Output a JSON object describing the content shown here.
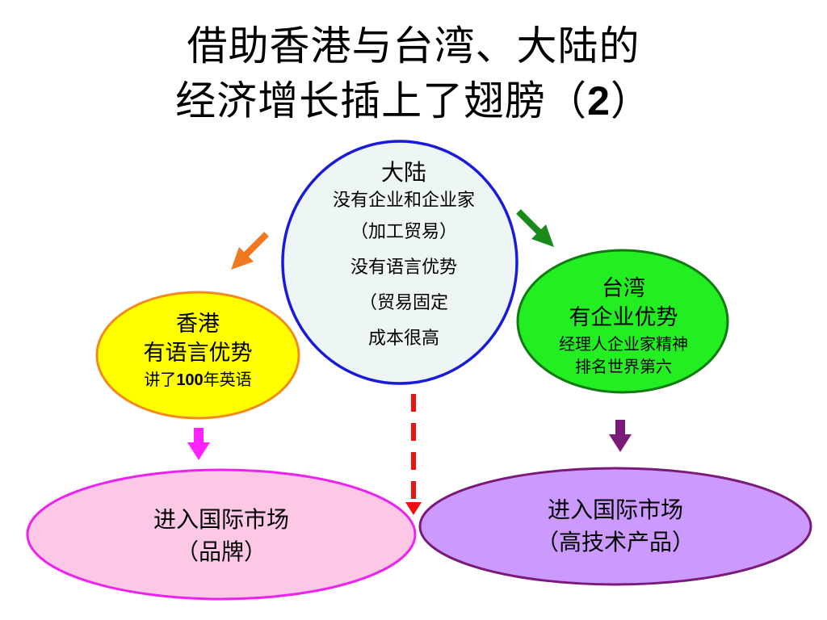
{
  "title": {
    "line1": "借助香港与台湾、大陆的",
    "line2_text": "经济增长插上了翅膀（",
    "line2_number": "2",
    "line2_close": "）"
  },
  "mainland": {
    "heading": "大陆",
    "lines": [
      "没有企业和企业家",
      "（加工贸易）",
      "没有语言优势",
      "（贸易固定",
      "成本很高"
    ]
  },
  "hongkong": {
    "heading": "香港",
    "advantage": "有语言优势",
    "detail_prefix": "讲了",
    "detail_number": "100",
    "detail_suffix": "年英语"
  },
  "taiwan": {
    "heading": "台湾",
    "advantage": "有企业优势",
    "detail_line1": "经理人企业家精神",
    "detail_line2": "排名世界第六"
  },
  "market_left": {
    "line1": "进入国际市场",
    "line2": "（品牌）"
  },
  "market_right": {
    "line1": "进入国际市场",
    "line2": "（高技术产品）"
  },
  "colors": {
    "mainland_fill": "#eef5f5",
    "mainland_border": "#1a1adb",
    "hongkong_fill": "#ffff00",
    "hongkong_border": "#f08c1e",
    "taiwan_fill": "#22ee22",
    "taiwan_border": "#117a11",
    "market_left_fill": "#fcc8e6",
    "market_left_border": "#ee22ee",
    "market_right_fill": "#cc99ff",
    "market_right_border": "#7a1a7a",
    "arrow_orange": "#f07820",
    "arrow_green": "#1a8a1a",
    "arrow_magenta": "#ff22ff",
    "arrow_purple": "#7a1a7a",
    "arrow_red_dashed": "#ee1111"
  }
}
